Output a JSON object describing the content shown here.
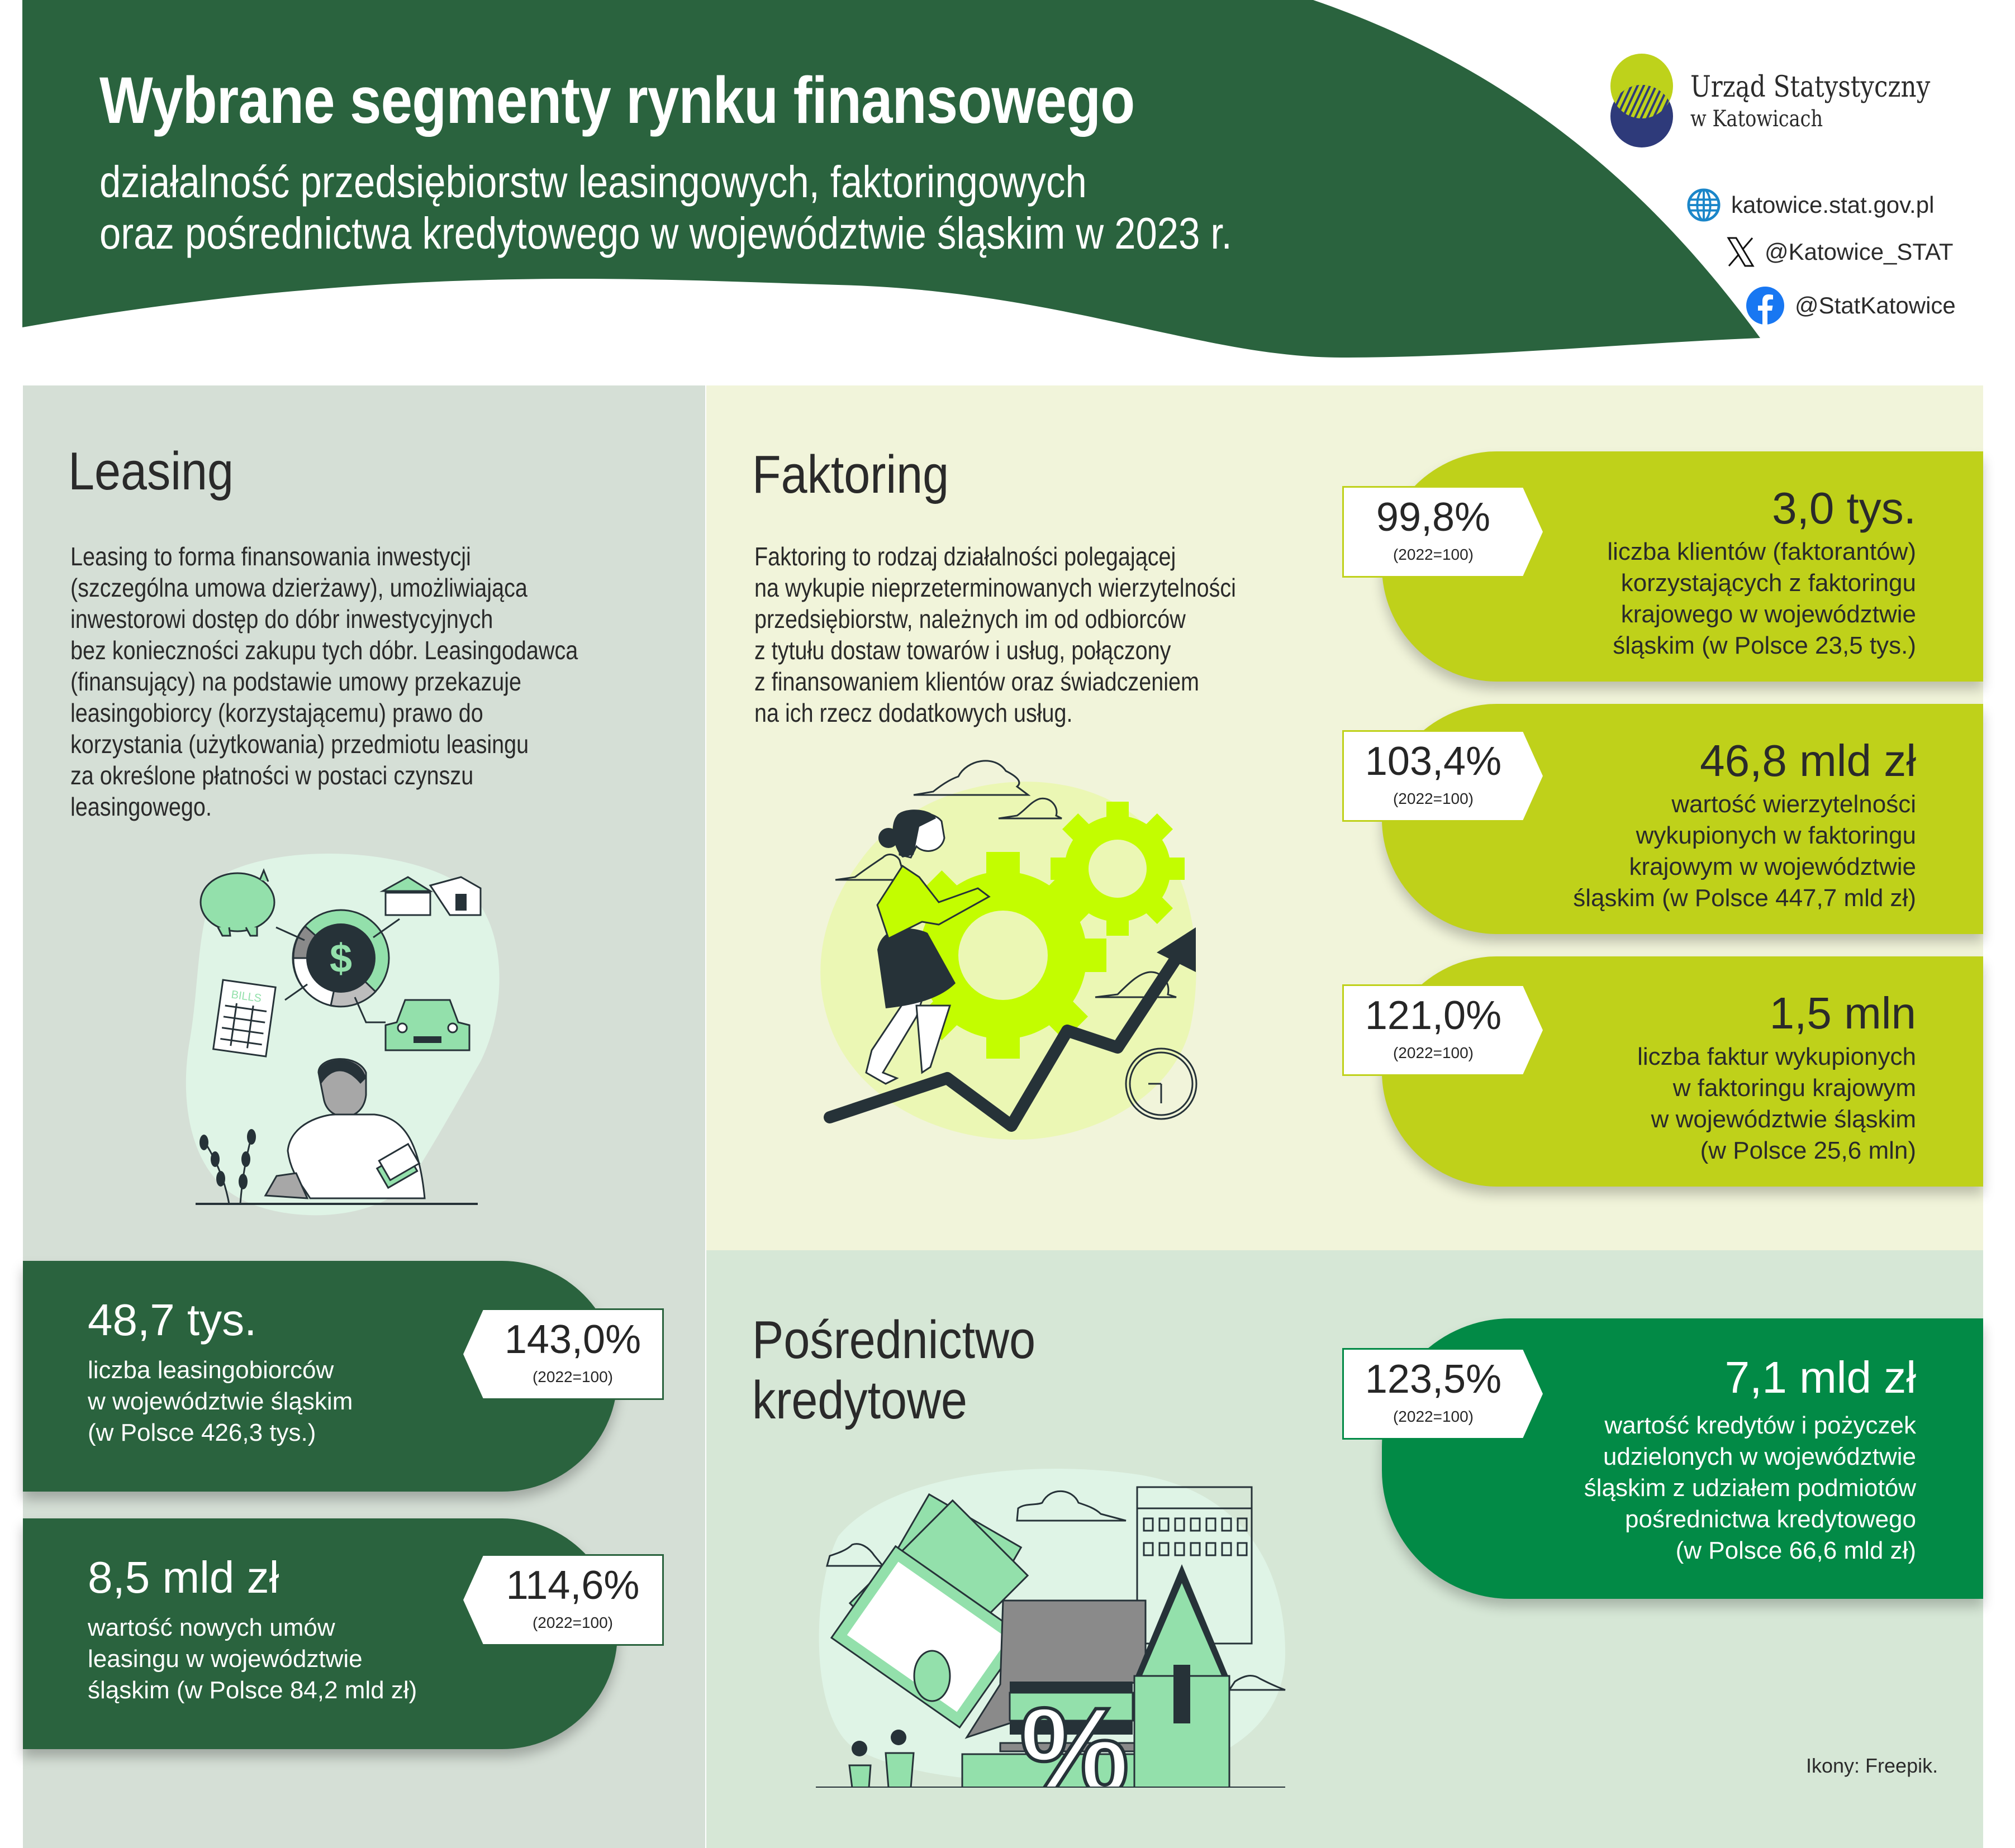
{
  "header": {
    "title": "Wybrane segmenty rynku finansowego",
    "subtitle_line1": "działalność przedsiębiorstw leasingowych, faktoringowych",
    "subtitle_line2": "oraz pośrednictwa kredytowego w województwie śląskim w 2023 r.",
    "colors": {
      "header_green": "#2a633e"
    }
  },
  "brand": {
    "name": "Urząd Statystyczny",
    "subname": "w Katowicach",
    "logo_colors": {
      "top": "#bed21b",
      "bottom": "#2e3a7a"
    }
  },
  "social": {
    "website": {
      "icon": "globe-icon",
      "label": "katowice.stat.gov.pl"
    },
    "x": {
      "icon": "x-logo-icon",
      "label": "@Katowice_STAT"
    },
    "facebook": {
      "icon": "facebook-icon",
      "label": "@StatKatowice"
    }
  },
  "leasing": {
    "title": "Leasing",
    "description": [
      "Leasing to forma finansowania inwestycji",
      "(szczególna umowa dzierżawy), umożliwiająca",
      "inwestorowi dostęp do dóbr inwestycyjnych",
      "bez konieczności zakupu tych dóbr. Leasingodawca",
      "(finansujący) na podstawie umowy przekazuje",
      "leasingobiorcy (korzystającemu) prawo do",
      "korzystania (użytkowania) przedmiotu leasingu",
      "za określone płatności w postaci czynszu",
      "leasingowego."
    ],
    "illustration": {
      "icon": "leasing-illustration",
      "label": "BILLS"
    },
    "stats": [
      {
        "value": "48,7 tys.",
        "desc": [
          "liczba leasingobiorców",
          "w województwie śląskim",
          "(w Polsce 426,3 tys.)"
        ],
        "index": "143,0%",
        "base": "(2022=100)"
      },
      {
        "value": "8,5 mld zł",
        "desc": [
          "wartość nowych umów",
          "leasingu w województwie",
          "śląskim (w Polsce 84,2 mld zł)"
        ],
        "index": "114,6%",
        "base": "(2022=100)"
      }
    ]
  },
  "faktoring": {
    "title": "Faktoring",
    "description": [
      "Faktoring to rodzaj działalności polegającej",
      "na wykupie nieprzeterminowanych wierzytelności",
      "przedsiębiorstw, należnych im od odbiorców",
      "z tytułu dostaw towarów i usług, połączony",
      "z finansowaniem klientów oraz świadczeniem",
      "na ich rzecz dodatkowych usług."
    ],
    "illustration": {
      "icon": "faktoring-illustration"
    },
    "stats": [
      {
        "value": "3,0 tys.",
        "desc": [
          "liczba klientów (faktorantów)",
          "korzystających z faktoringu",
          "krajowego w województwie",
          "śląskim (w Polsce 23,5 tys.)"
        ],
        "index": "99,8%",
        "base": "(2022=100)"
      },
      {
        "value": "46,8 mld zł",
        "desc": [
          "wartość wierzytelności",
          "wykupionych w faktoringu",
          "krajowym w województwie",
          "śląskim (w Polsce 447,7 mld zł)"
        ],
        "index": "103,4%",
        "base": "(2022=100)"
      },
      {
        "value": "1,5 mln",
        "desc": [
          "liczba faktur wykupionych",
          "w faktoringu krajowym",
          "w województwie śląskim",
          "(w Polsce 25,6 mln)"
        ],
        "index": "121,0%",
        "base": "(2022=100)"
      }
    ]
  },
  "kredyt": {
    "title_line1": "Pośrednictwo",
    "title_line2": "kredytowe",
    "illustration": {
      "icon": "credit-house-illustration",
      "label": "%"
    },
    "stats": [
      {
        "value": "7,1 mld zł",
        "desc": [
          "wartość kredytów i pożyczek",
          "udzielonych w województwie",
          "śląskim z udziałem podmiotów",
          "pośrednictwa kredytowego",
          "(w Polsce 66,6 mld zł)"
        ],
        "index": "123,5%",
        "base": "(2022=100)"
      }
    ]
  },
  "footer": {
    "credits": "Ikony: Freepik."
  },
  "colors": {
    "leasing_panel": "#d5dfd6",
    "faktoring_panel": "#f1f4da",
    "kredyt_panel": "#d6e7d6",
    "dark_green": "#2a633e",
    "lime": "#bfd11a",
    "credit_green": "#028a46"
  }
}
